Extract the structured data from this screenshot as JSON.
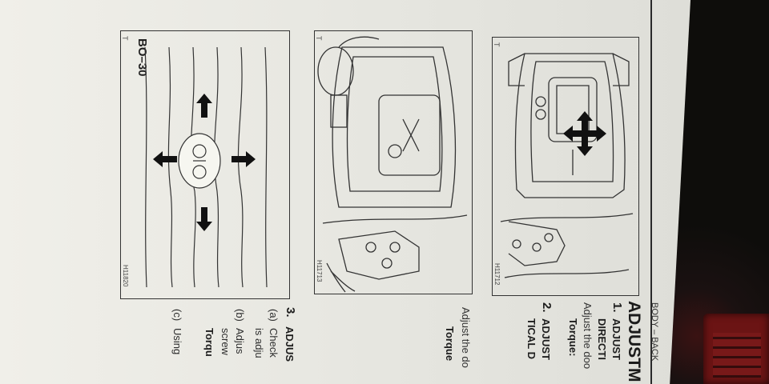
{
  "page": {
    "page_number": "BO–30",
    "section_header": "BODY – BACK",
    "heading": "ADJUSTM",
    "steps": [
      {
        "num": "1.",
        "title": "ADJUST",
        "title_cont": "DIRECTI"
      },
      {
        "num": "2.",
        "title": "ADJUST",
        "title_cont": "TICAL D"
      }
    ],
    "adjust_text_1": "Adjust the doo",
    "torque_1": "Torque:",
    "adjust_text_2": "Adjust the do",
    "torque_2": "Torque",
    "step3": {
      "num": "3.",
      "title": "ADJUS"
    },
    "sub_steps": [
      {
        "label": "(a)",
        "line1": "Check",
        "line2": "is adju"
      },
      {
        "label": "(b)",
        "line1": "Adjus",
        "line2": "screw"
      },
      {
        "label": "(c)",
        "line1": "Using"
      }
    ],
    "torque_3": "Torqu"
  },
  "figures": [
    {
      "label": "T",
      "code": "H11712"
    },
    {
      "label": "T",
      "code": "H11713"
    },
    {
      "label": "T",
      "code": "H11820"
    }
  ]
}
